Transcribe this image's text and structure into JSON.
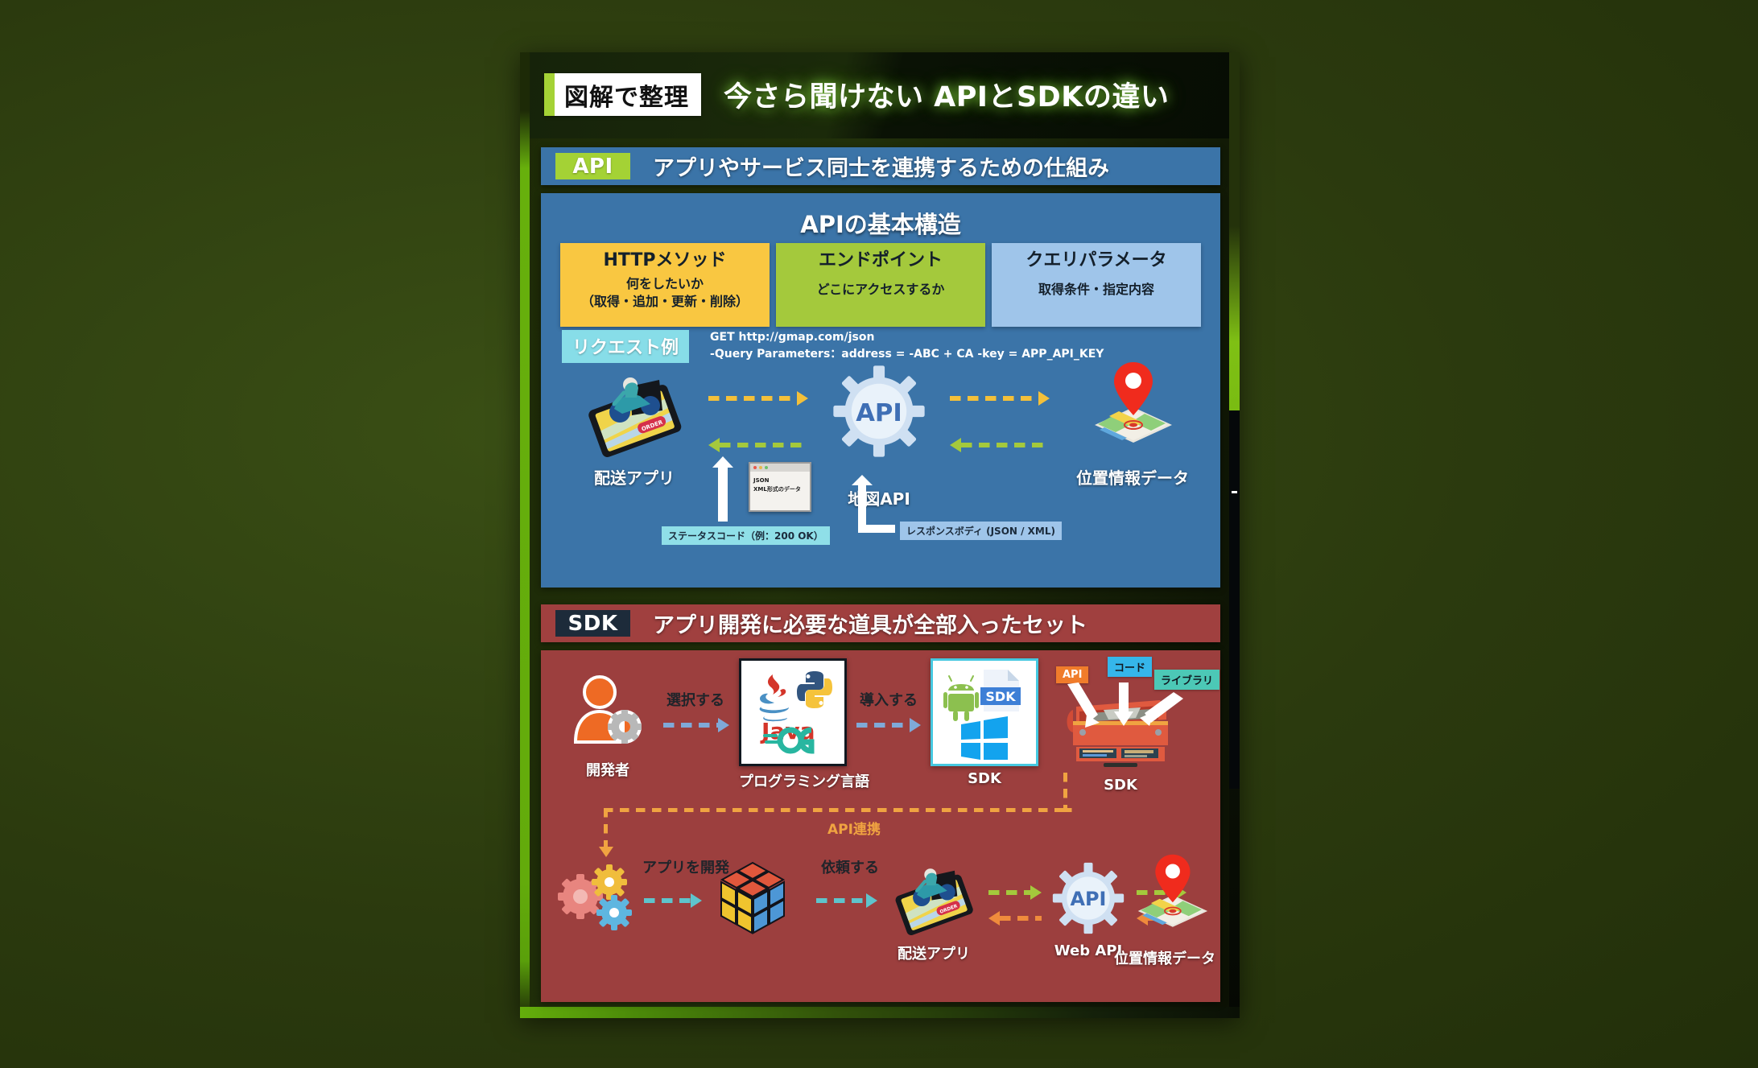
{
  "poster": {
    "badge": "図解で整理",
    "title": "今さら聞けない APIとSDKの違い"
  },
  "api_section": {
    "chip": "API",
    "headline": "アプリやサービス同士を連携するための仕組み",
    "panel_title": "APIの基本構造",
    "structure": [
      {
        "heading": "HTTPメソッド",
        "line1": "何をしたいか",
        "line2": "（取得・追加・更新・削除）",
        "color": "#f9c741"
      },
      {
        "heading": "エンドポイント",
        "line1": "どこにアクセスするか",
        "line2": "",
        "color": "#a4c93c"
      },
      {
        "heading": "クエリパラメータ",
        "line1": "取得条件・指定内容",
        "line2": "",
        "color": "#9fc5ea"
      }
    ],
    "request": {
      "chip": "リクエスト例",
      "line1": "GET http://gmap.com/json",
      "line2": "-Query Parameters：address = -ABC + CA -key = APP_API_KEY"
    },
    "flow": {
      "node_app": "配送アプリ",
      "node_api": "地図API",
      "node_data": "位置情報データ",
      "json_window_line1": "JSON",
      "json_window_line2": "XML形式のデータ",
      "tag_status": "ステータスコード（例：200 OK）",
      "tag_response": "レスポンスボディ (JSON / XML)"
    }
  },
  "sdk_section": {
    "chip": "SDK",
    "headline": "アプリ開発に必要な道具が全部入ったセット",
    "node_dev": "開発者",
    "action_select": "選択する",
    "node_lang": "プログラミング言語",
    "action_install": "導入する",
    "node_sdk_box": "SDK",
    "node_toolbox": "SDK",
    "toolbox_tags": [
      "API",
      "コード",
      "ライブラリ"
    ],
    "sdk_logo_label": "SDK",
    "api_renkei": "API連携",
    "action_develop": "アプリを開発",
    "action_request": "依頼する",
    "node_delivery_app": "配送アプリ",
    "node_web_api": "Web API",
    "node_location_data": "位置情報データ",
    "lang_logos": [
      "Java",
      "Python",
      "GO"
    ]
  },
  "colors": {
    "background": "#2e3f10",
    "card_green_edge": "#63ab0b",
    "api_blue": "#3b74a8",
    "sdk_red": "#9c3f3e",
    "accent_green": "#a4d235",
    "accent_gold": "#f3c03a",
    "accent_cyan": "#87dde8",
    "accent_orange": "#f0a341"
  }
}
